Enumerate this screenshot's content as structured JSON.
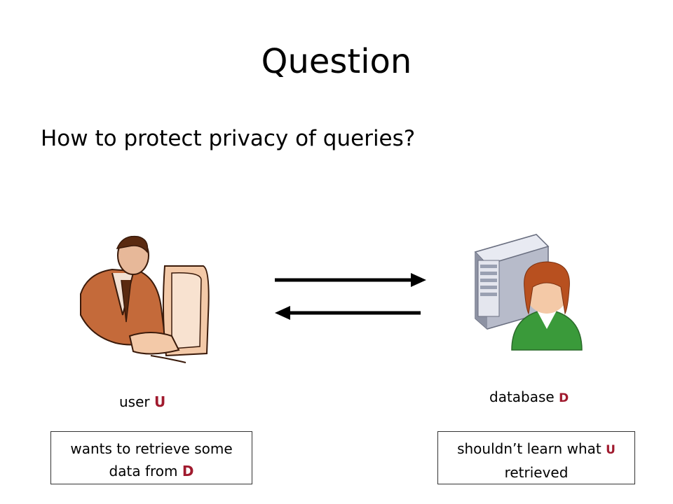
{
  "title": "Question",
  "subtitle": "How to protect privacy of queries?",
  "user": {
    "label_prefix": "user ",
    "label_var": "U",
    "box_line1": "wants to retrieve some",
    "box_line2_prefix": "data from ",
    "box_line2_var": "D"
  },
  "database": {
    "label_prefix": "database ",
    "label_var": "D",
    "box_line1_prefix": "shouldn’t learn what ",
    "box_line1_var": "U",
    "box_line2": "retrieved"
  },
  "colors": {
    "accent": "#a01a2e",
    "person_green": "#3a9a3a",
    "hair": "#b8501f",
    "server": "#d8dbe6"
  },
  "icons": [
    "person-at-computer-icon",
    "arrow-right-icon",
    "arrow-left-icon",
    "database-server-icon",
    "admin-person-icon"
  ]
}
